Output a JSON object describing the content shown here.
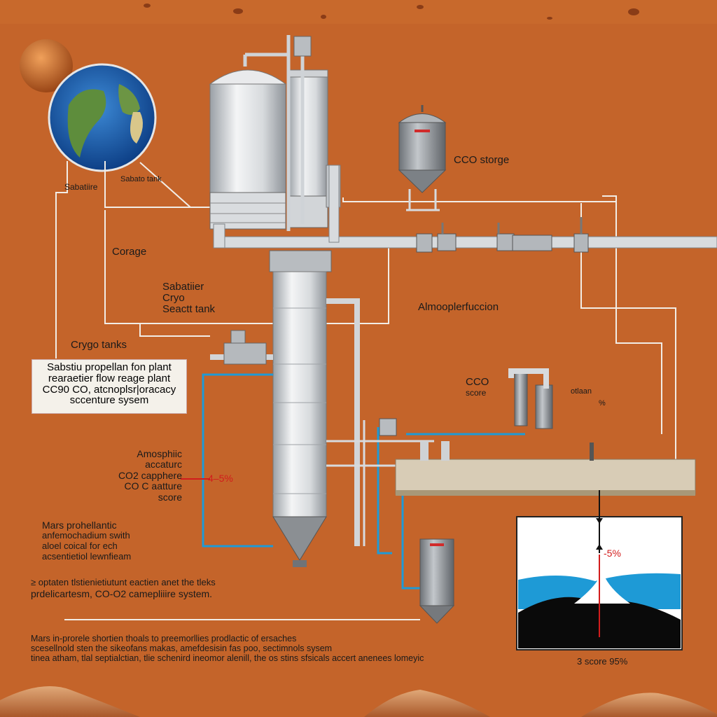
{
  "labels": {
    "sabatier_left": "Sabatiire",
    "sabato_tank": "Sabato tank",
    "cco_storage": "CCO storge",
    "corage": "Corage",
    "sabatier_cryo": [
      "Sabatiier",
      "Cryo",
      "Seactt tank"
    ],
    "atmosphere_production": "Almooplerfuccion",
    "cryo_tanks": "Crygo tanks",
    "coo_score": [
      "CCO",
      "score"
    ],
    "right_small_1": "otlaan",
    "right_small_pct": "%",
    "atmospheric_capture": [
      "Amosphiic",
      "accaturc",
      "CO2 capphere",
      "CO C aatture",
      "score"
    ],
    "percent_left": "4–5%",
    "percent_inset": "-5%",
    "inset_score": "3  score 95%"
  },
  "info_box": [
    "Sabstiu propellan fon plant",
    "rearaetier flow reage plant",
    "CC90 CO, atcnoplsr|oracacy",
    "sccenture sysem"
  ],
  "mars_notes": [
    "Mars prohellantic",
    "anfemochadium swith",
    "aloel coical for ech",
    "acsentietiol lewnfieam"
  ],
  "bullet_note": [
    "≥ optaten tlstienietiutunt eactien anet the tleks",
    "prdelicartesm, CO-O2 camepliiire system."
  ],
  "footer_text": [
    "Mars in-prorele shortien thoals to preemorllies prodlactic of ersaches",
    "scesellnold sten the sikeofans makas, amefdesisin fas poo, sectimnols sysem",
    "tinea atham, tlal septialctian, tlie schenird ineomor alenill, the os stins sfsicals accert anenees lomeyic"
  ],
  "colors": {
    "mars_ground": "#c4642a",
    "pipe": "#c9ccd0",
    "water": "#1e9ad6",
    "annotation_red": "#d21c1c"
  }
}
